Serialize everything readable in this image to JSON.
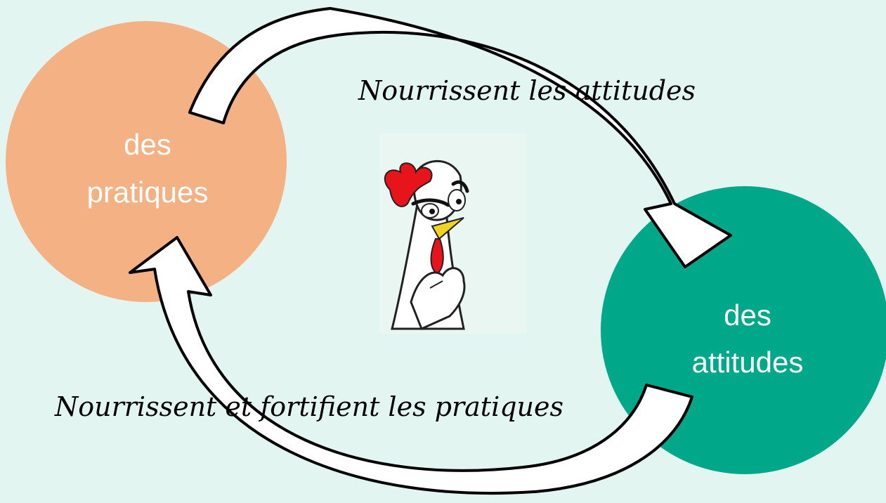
{
  "nodes": {
    "practices": {
      "line1": "des",
      "line2": "pratiques",
      "color": "#f4b183"
    },
    "attitudes": {
      "line1": "des",
      "line2": "attitudes",
      "color": "#00a88a"
    }
  },
  "arrows": {
    "top_label": "Nourrissent les attitudes",
    "bottom_label": "Nourrissent et fortifient les pratiques",
    "fill_light": "#ffffff",
    "fill_shadow": "#c8c8c8"
  },
  "mascot": {
    "icon": "thinking-rooster-icon"
  },
  "colors": {
    "background": "#e3f5f1",
    "text_on_node": "#ffffff",
    "label_text": "#000000"
  }
}
